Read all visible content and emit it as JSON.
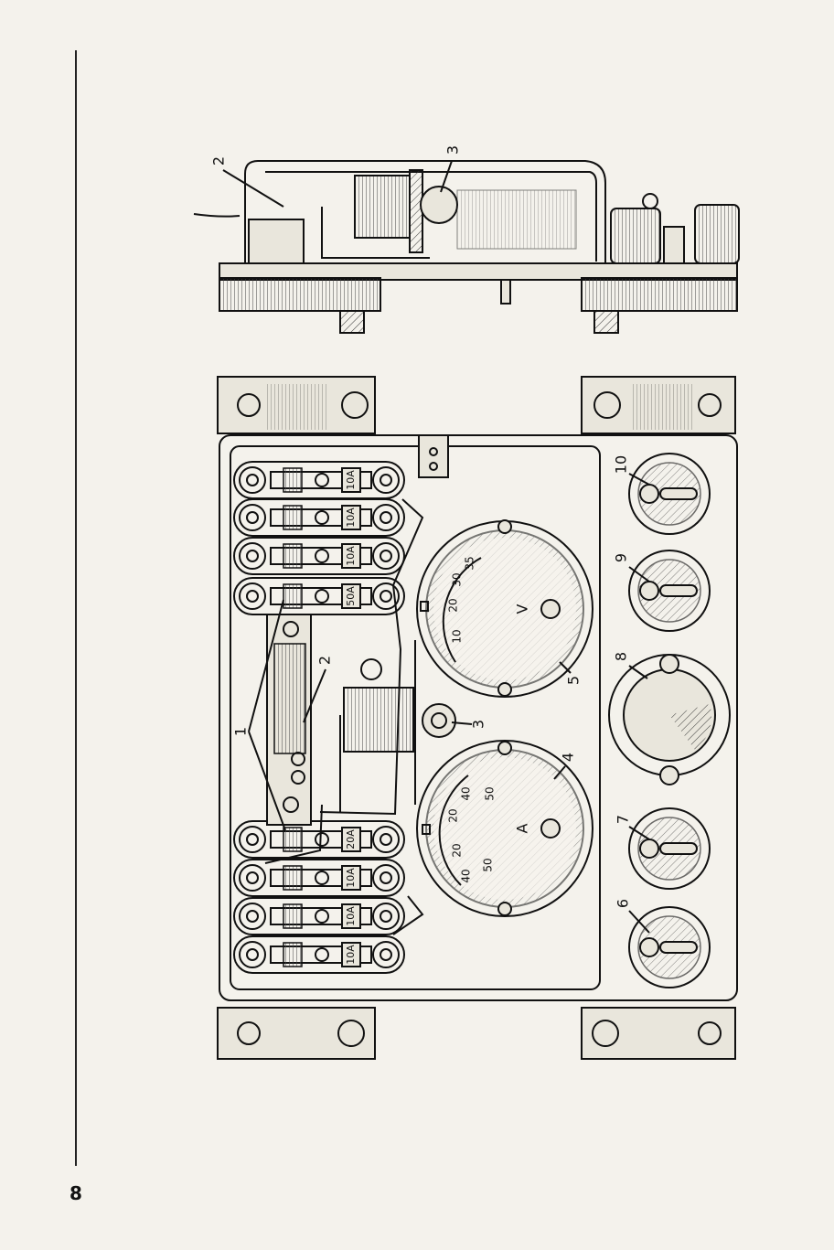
{
  "page": {
    "number": "8"
  },
  "figure": {
    "side_view_callouts": [
      "2",
      "3"
    ],
    "front_view_callouts": [
      "1",
      "2",
      "3",
      "4",
      "5",
      "6",
      "7",
      "8",
      "9",
      "10"
    ],
    "fuse_ratings_upper": [
      "10A",
      "10A",
      "10A",
      "50A"
    ],
    "fuse_ratings_lower": [
      "20A",
      "10A",
      "10A",
      "10A"
    ],
    "voltmeter": {
      "letter": "V",
      "scale": [
        "10",
        "20",
        "30",
        "35"
      ]
    },
    "ammeter": {
      "letter": "A",
      "scale": [
        "40",
        "20",
        "20",
        "40",
        "50",
        "50"
      ]
    }
  }
}
